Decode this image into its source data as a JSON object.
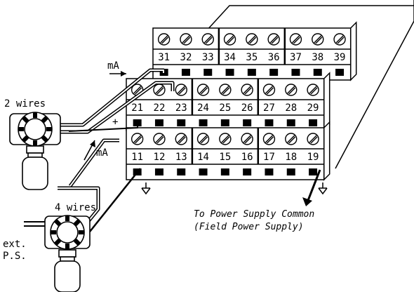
{
  "title": "",
  "terminal_rows": [
    {
      "id": "top",
      "terminals": [
        "31",
        "32",
        "33",
        "34",
        "35",
        "36",
        "37",
        "38",
        "39"
      ]
    },
    {
      "id": "middle",
      "terminals": [
        "21",
        "22",
        "23",
        "24",
        "25",
        "26",
        "27",
        "28",
        "29"
      ]
    },
    {
      "id": "bottom",
      "terminals": [
        "11",
        "12",
        "13",
        "14",
        "15",
        "16",
        "17",
        "18",
        "19"
      ]
    }
  ],
  "labels": {
    "two_wires": "2 wires",
    "four_wires": "4 wires",
    "ma_top": "mA",
    "ma_mid": "mA",
    "plus": "+",
    "ext_ps_line1": "ext.",
    "ext_ps_line2": "P.S."
  },
  "note": {
    "line1": "To Power Supply Common",
    "line2": "(Field Power Supply)"
  },
  "icons": [
    "screw-icon",
    "ground-icon",
    "transmitter-icon"
  ],
  "colors": {
    "ink": "#000000",
    "paper": "#ffffff"
  }
}
